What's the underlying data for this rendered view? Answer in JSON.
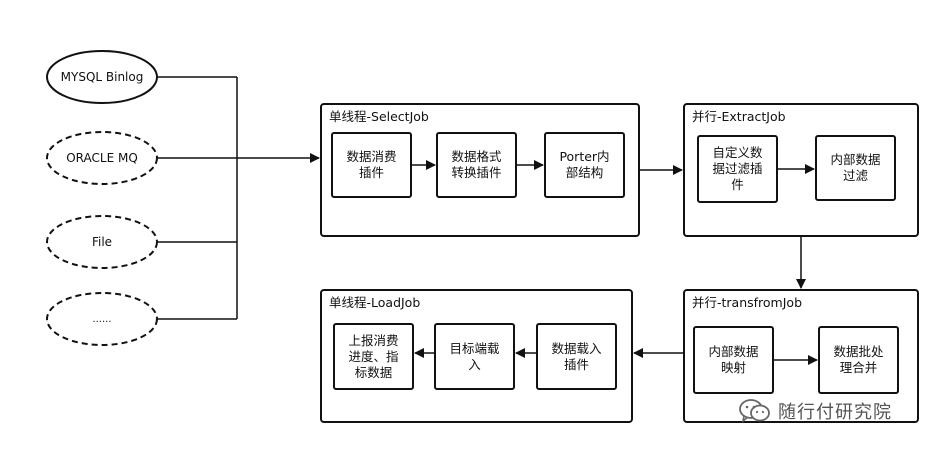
{
  "sources": [
    "MYSQL Binlog",
    "ORACLE MQ",
    "File",
    "......"
  ],
  "groups": {
    "select": {
      "title": "单线程-SelectJob",
      "nodes": [
        "数据消费\n插件",
        "数据格式\n转换插件",
        "Porter内\n部结构"
      ]
    },
    "extract": {
      "title": "并行-ExtractJob",
      "nodes": [
        "自定义数\n据过滤插\n件",
        "内部数据\n过滤"
      ]
    },
    "transform": {
      "title": "并行-transfromJob",
      "nodes": [
        "内部数据\n映射",
        "数据批处\n理合并"
      ]
    },
    "load": {
      "title": "单线程-LoadJob",
      "nodes": [
        "数据载入\n插件",
        "目标端载\n入",
        "上报消费\n进度、指\n标数据"
      ]
    }
  },
  "watermark": {
    "text": "随行付研究院",
    "icon": "wechat-icon"
  }
}
